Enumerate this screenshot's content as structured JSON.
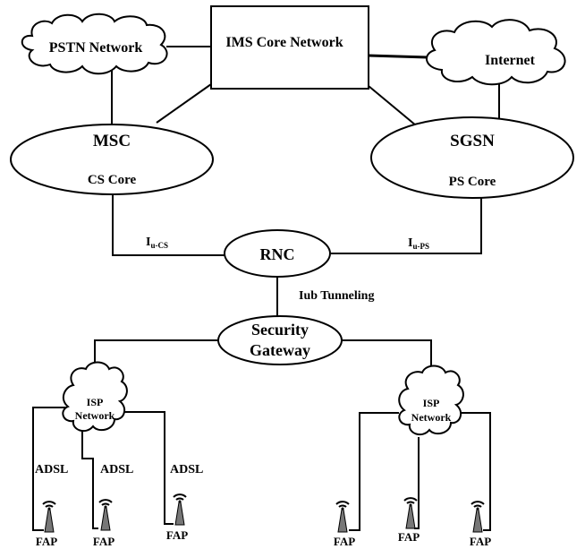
{
  "nodes": {
    "ims": "IMS Core Network",
    "pstn": "PSTN Network",
    "internet": "Internet",
    "msc": "MSC",
    "cs_core": "CS Core",
    "sgsn": "SGSN",
    "ps_core": "PS Core",
    "rnc": "RNC",
    "sec_line1": "Security",
    "sec_line2": "Gateway",
    "isp_line1": "ISP",
    "isp_line2": "Network"
  },
  "links": {
    "iu_cs_main": "I",
    "iu_cs_sub": "u-CS",
    "iu_ps_main": "I",
    "iu_ps_sub": "u-PS",
    "iub": "Iub Tunneling",
    "adsl": "ADSL"
  },
  "fap": "FAP"
}
